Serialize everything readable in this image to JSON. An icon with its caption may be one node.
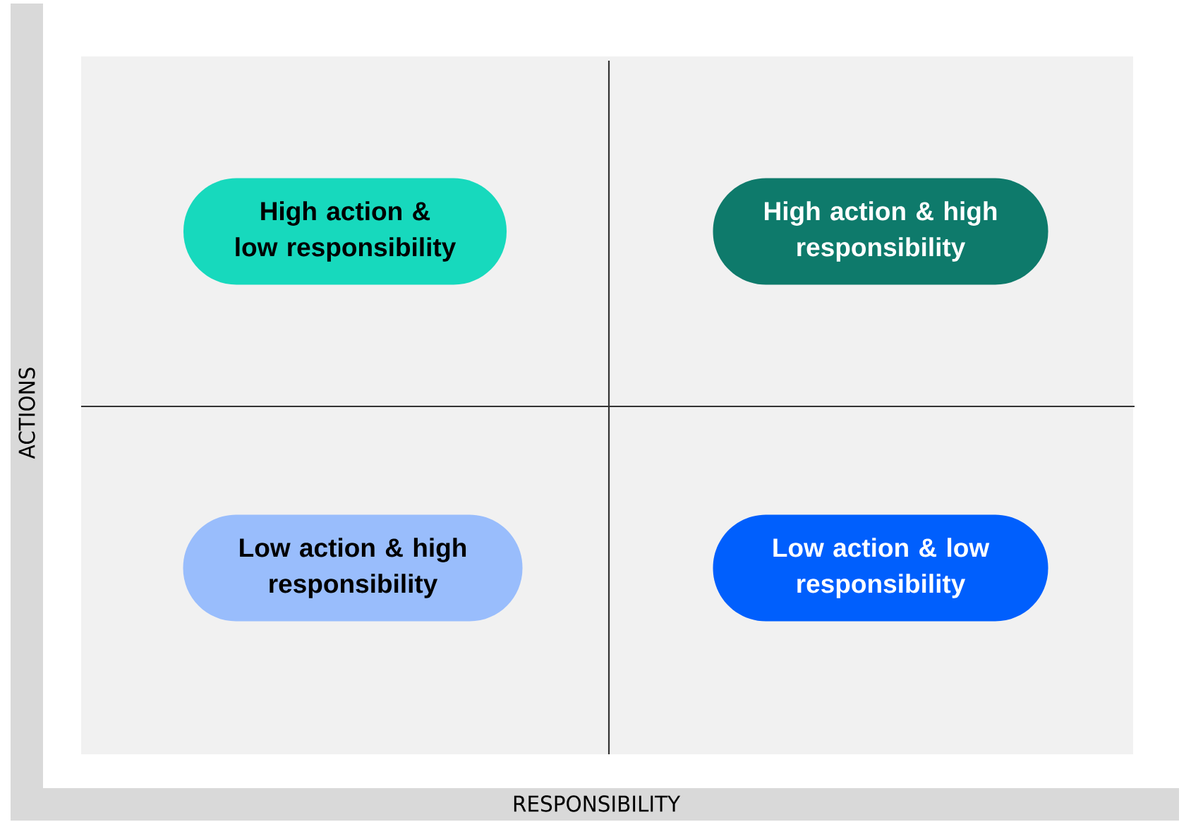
{
  "diagram": {
    "nodes": [
      {
        "text": [
          "High action & low responsibility"
        ]
      },
      {
        "text": [
          "High action & high responsibility"
        ]
      },
      {
        "text": [
          "Low action & high responsibility"
        ]
      },
      {
        "text": [
          "Low action & low responsibility"
        ]
      }
    ],
    "labels": [
      "ACTIONS",
      "RESPONSIBILITY"
    ]
  }
}
